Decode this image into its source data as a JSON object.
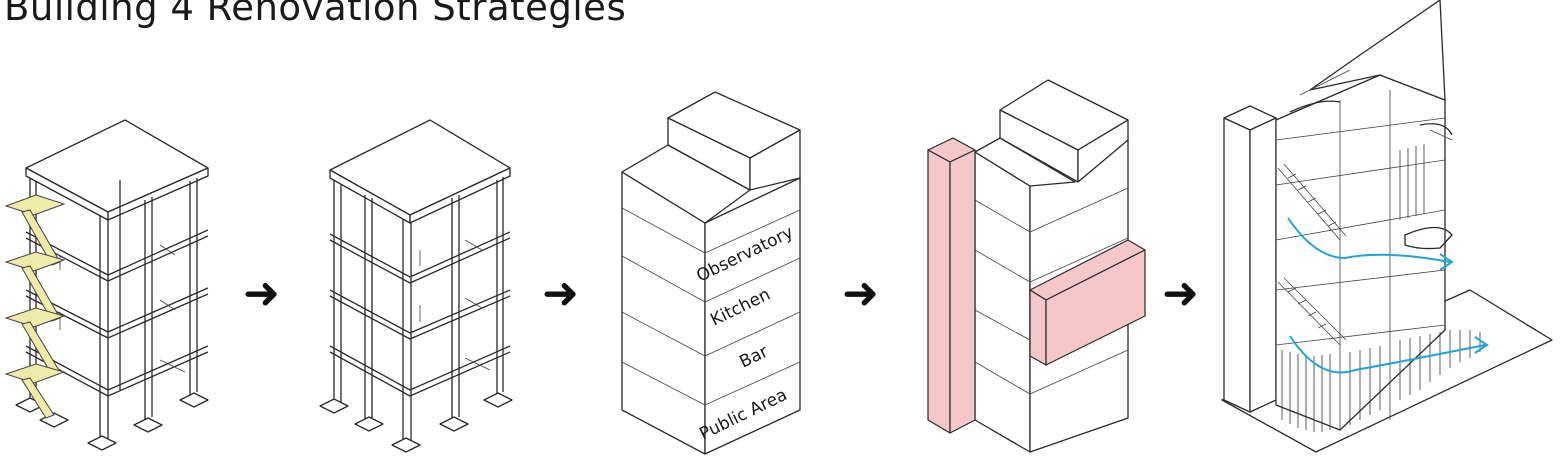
{
  "title": "Building 4 Renovation Strategies",
  "stages": [
    {
      "name": "existing-structure-with-stairs"
    },
    {
      "name": "stripped-structure"
    },
    {
      "name": "program-massing",
      "labels": [
        "Observatory",
        "Kitchen",
        "Bar",
        "Public Area"
      ]
    },
    {
      "name": "added-volumes"
    },
    {
      "name": "final-design"
    }
  ],
  "arrow_symbol": "➜",
  "colors": {
    "stair_highlight": "#eeeba8",
    "added_volume": "#f4c7c9",
    "circulation_path": "#1ea5d8",
    "line": "#2a2a2a"
  }
}
